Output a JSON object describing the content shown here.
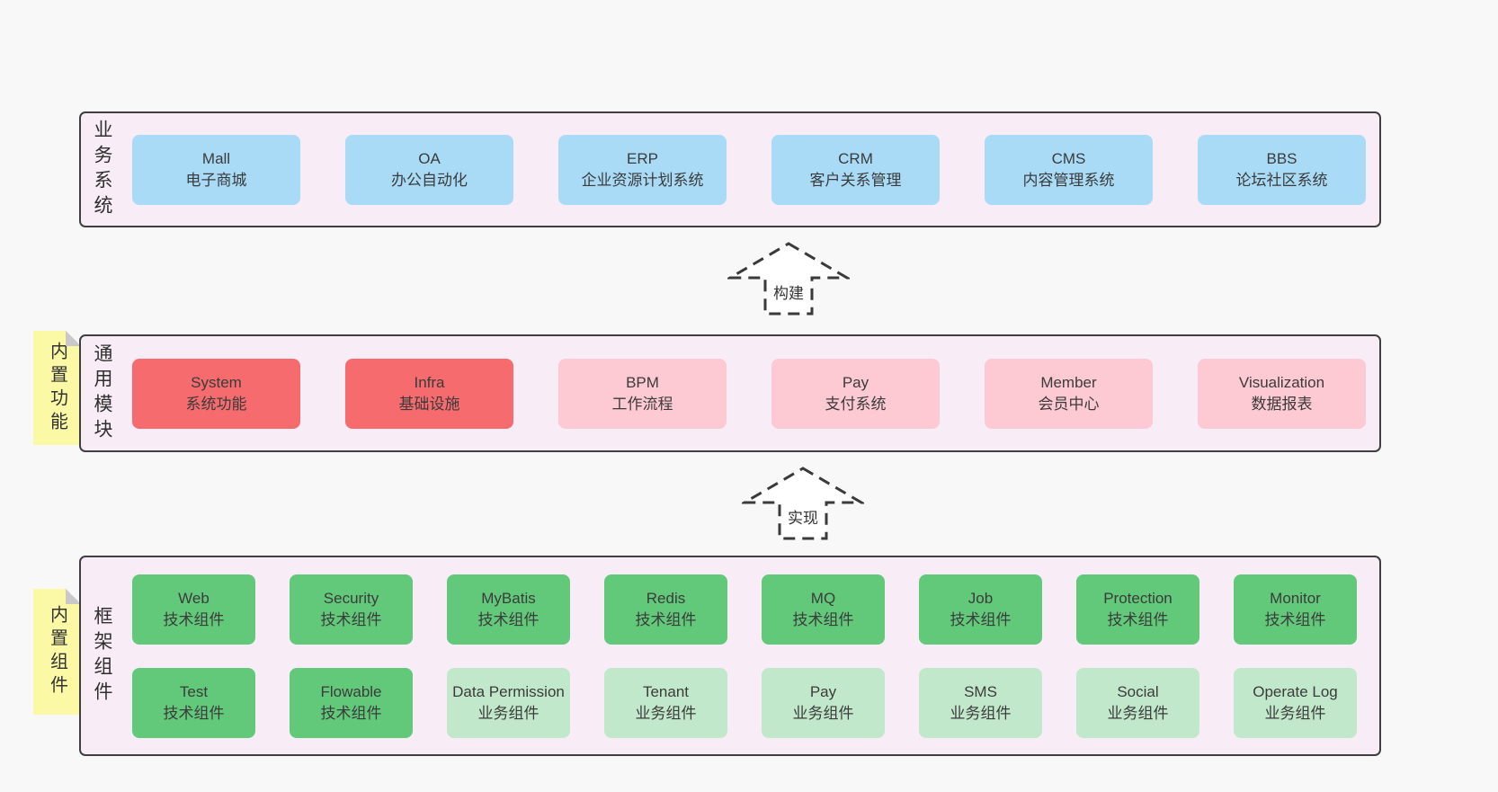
{
  "colors": {
    "page_bg": "#f8f8f8",
    "container_fill": "#f8edf6",
    "container_border": "#3f3f3f",
    "blue": "#a9dbf7",
    "red": "#f56b6e",
    "pink": "#fdc9d2",
    "green": "#62c97b",
    "green_light": "#c2e8cb",
    "note_yellow": "#fbf9a6",
    "note_fold": "#c9c9c9",
    "text": "#3b3b3b"
  },
  "sections": {
    "business": {
      "label": "业务系统",
      "boxes": [
        {
          "title": "Mall",
          "subtitle": "电子商城",
          "variant": "blue"
        },
        {
          "title": "OA",
          "subtitle": "办公自动化",
          "variant": "blue"
        },
        {
          "title": "ERP",
          "subtitle": "企业资源计划系统",
          "variant": "blue"
        },
        {
          "title": "CRM",
          "subtitle": "客户关系管理",
          "variant": "blue"
        },
        {
          "title": "CMS",
          "subtitle": "内容管理系统",
          "variant": "blue"
        },
        {
          "title": "BBS",
          "subtitle": "论坛社区系统",
          "variant": "blue"
        }
      ]
    },
    "modules": {
      "label": "通用模块",
      "note": "内置功能",
      "boxes": [
        {
          "title": "System",
          "subtitle": "系统功能",
          "variant": "red"
        },
        {
          "title": "Infra",
          "subtitle": "基础设施",
          "variant": "red"
        },
        {
          "title": "BPM",
          "subtitle": "工作流程",
          "variant": "pink"
        },
        {
          "title": "Pay",
          "subtitle": "支付系统",
          "variant": "pink"
        },
        {
          "title": "Member",
          "subtitle": "会员中心",
          "variant": "pink"
        },
        {
          "title": "Visualization",
          "subtitle": "数据报表",
          "variant": "pink"
        }
      ]
    },
    "framework": {
      "label": "框架组件",
      "note": "内置组件",
      "row1": [
        {
          "title": "Web",
          "subtitle": "技术组件",
          "variant": "green"
        },
        {
          "title": "Security",
          "subtitle": "技术组件",
          "variant": "green"
        },
        {
          "title": "MyBatis",
          "subtitle": "技术组件",
          "variant": "green"
        },
        {
          "title": "Redis",
          "subtitle": "技术组件",
          "variant": "green"
        },
        {
          "title": "MQ",
          "subtitle": "技术组件",
          "variant": "green"
        },
        {
          "title": "Job",
          "subtitle": "技术组件",
          "variant": "green"
        },
        {
          "title": "Protection",
          "subtitle": "技术组件",
          "variant": "green"
        },
        {
          "title": "Monitor",
          "subtitle": "技术组件",
          "variant": "green"
        }
      ],
      "row2": [
        {
          "title": "Test",
          "subtitle": "技术组件",
          "variant": "green"
        },
        {
          "title": "Flowable",
          "subtitle": "技术组件",
          "variant": "green"
        },
        {
          "title": "Data Permission",
          "subtitle": "业务组件",
          "variant": "green-light"
        },
        {
          "title": "Tenant",
          "subtitle": "业务组件",
          "variant": "green-light"
        },
        {
          "title": "Pay",
          "subtitle": "业务组件",
          "variant": "green-light"
        },
        {
          "title": "SMS",
          "subtitle": "业务组件",
          "variant": "green-light"
        },
        {
          "title": "Social",
          "subtitle": "业务组件",
          "variant": "green-light"
        },
        {
          "title": "Operate Log",
          "subtitle": "业务组件",
          "variant": "green-light"
        }
      ]
    }
  },
  "arrows": {
    "build": "构建",
    "implement": "实现"
  }
}
